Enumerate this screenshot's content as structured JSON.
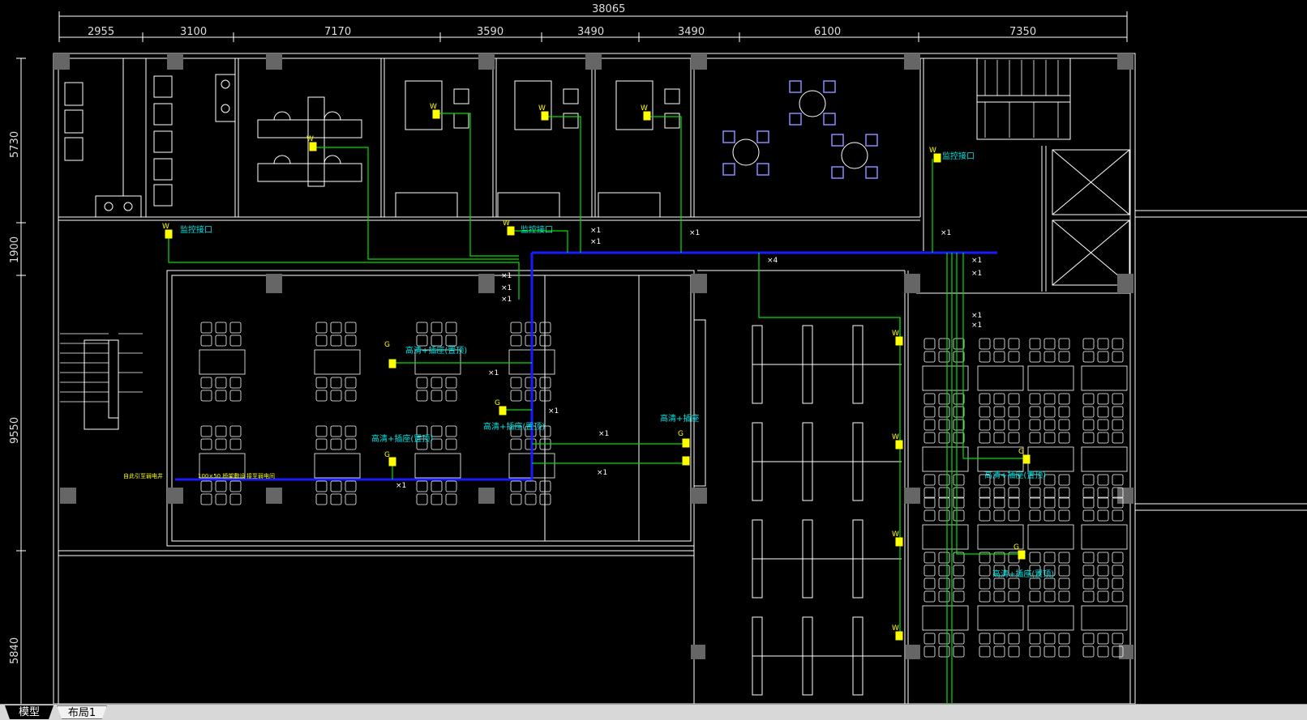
{
  "dimensions": {
    "total": "38065",
    "segments": [
      "2955",
      "3100",
      "7170",
      "3590",
      "3490",
      "3490",
      "6100",
      "7350"
    ],
    "vertical": [
      "5730",
      "1900",
      "9550",
      "5840"
    ]
  },
  "labels": {
    "monitor_port": "监控接口",
    "hd_socket_ceiling": "高清+插座(置顶)",
    "hd_socket": "高清+插座",
    "x1": "×1",
    "x4": "×4",
    "tray_note": "100×50 桥架敷设",
    "tray_note2": "接至弱电间",
    "left_note": "自此引至弱电井",
    "symbol_w": "W",
    "symbol_g": "G"
  },
  "tabs": {
    "model": "模型",
    "layout1": "布局1"
  },
  "colors": {
    "background": "#000000",
    "wall": "#ffffff",
    "wiring": "#00ff00",
    "tray": "#0000ff",
    "device": "#ffff00",
    "label": "#00e5e5"
  }
}
